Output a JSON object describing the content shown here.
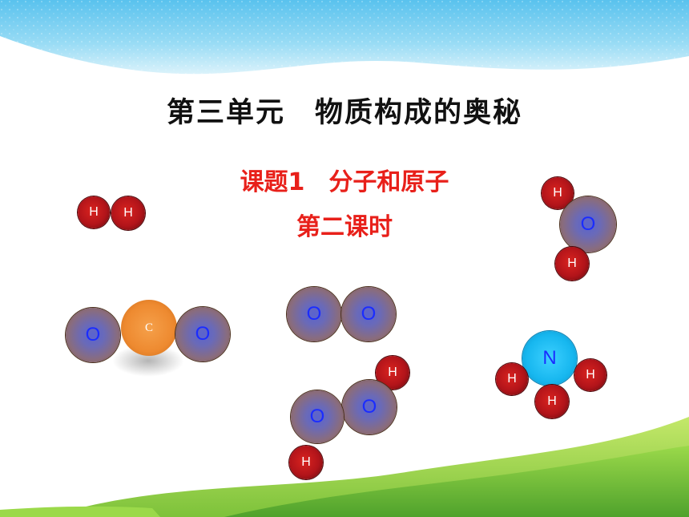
{
  "slide": {
    "title": "第三单元　物质构成的奥秘",
    "subtitle": "课题1　分子和原子",
    "subtitle2": "第二课时"
  },
  "molecules": {
    "h2": [
      "H",
      "H"
    ],
    "co2": [
      "O",
      "C",
      "O"
    ],
    "o2": [
      "O",
      "O"
    ],
    "h2o2": [
      "H",
      "O",
      "O",
      "H"
    ],
    "h2o": [
      "H",
      "O",
      "H"
    ],
    "nh3": [
      "N",
      "H",
      "H",
      "H"
    ]
  },
  "colors": {
    "title": "#111111",
    "subtitle": "#e8201a",
    "sky_top": "#5fc6f0",
    "grass": "#7cc43f"
  }
}
